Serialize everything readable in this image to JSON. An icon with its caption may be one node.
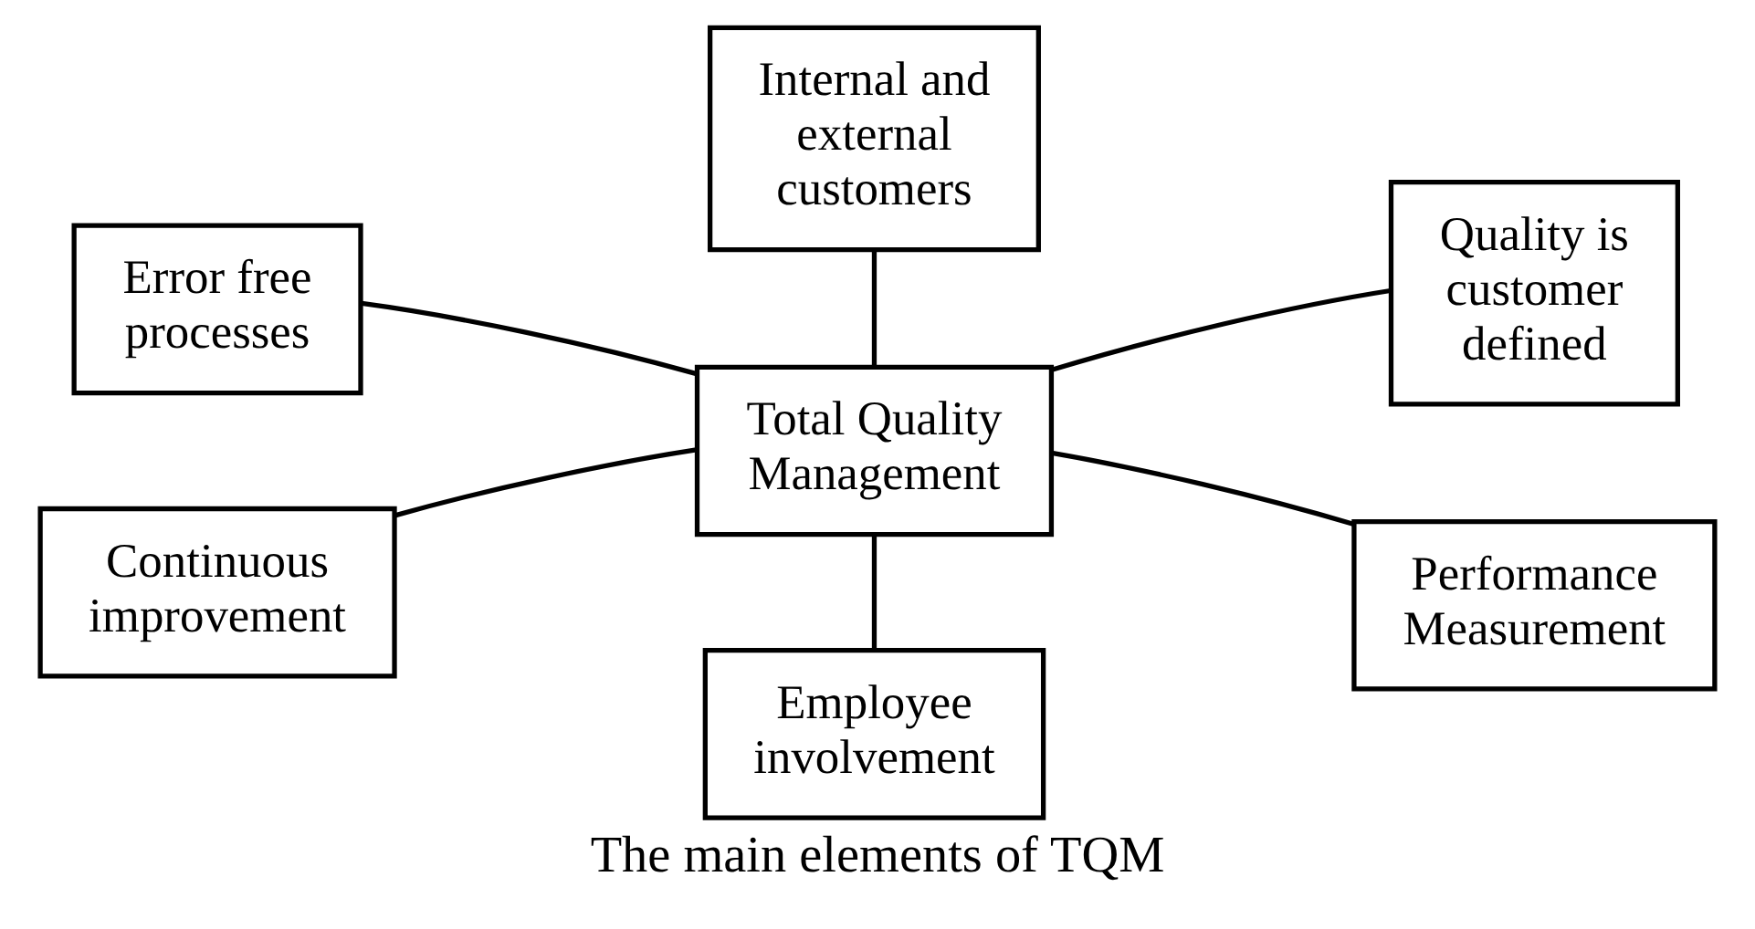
{
  "diagram": {
    "caption": "The main elements of TQM",
    "nodes": [
      {
        "text": [
          "Internal and external customers"
        ]
      },
      {
        "text": [
          "Error free processes"
        ]
      },
      {
        "text": [
          "Quality is customer defined"
        ]
      },
      {
        "text": [
          "Total Quality Management"
        ]
      },
      {
        "text": [
          "Continuous improvement"
        ]
      },
      {
        "text": [
          "Performance Measurement"
        ]
      },
      {
        "text": [
          "Employee involvement"
        ]
      }
    ],
    "edges": [
      {
        "from": 3,
        "to": 0,
        "arrow": "none"
      },
      {
        "from": 3,
        "to": 1,
        "arrow": "none"
      },
      {
        "from": 3,
        "to": 2,
        "arrow": "none"
      },
      {
        "from": 3,
        "to": 4,
        "arrow": "none"
      },
      {
        "from": 3,
        "to": 5,
        "arrow": "none"
      },
      {
        "from": 3,
        "to": 6,
        "arrow": "none"
      }
    ]
  }
}
